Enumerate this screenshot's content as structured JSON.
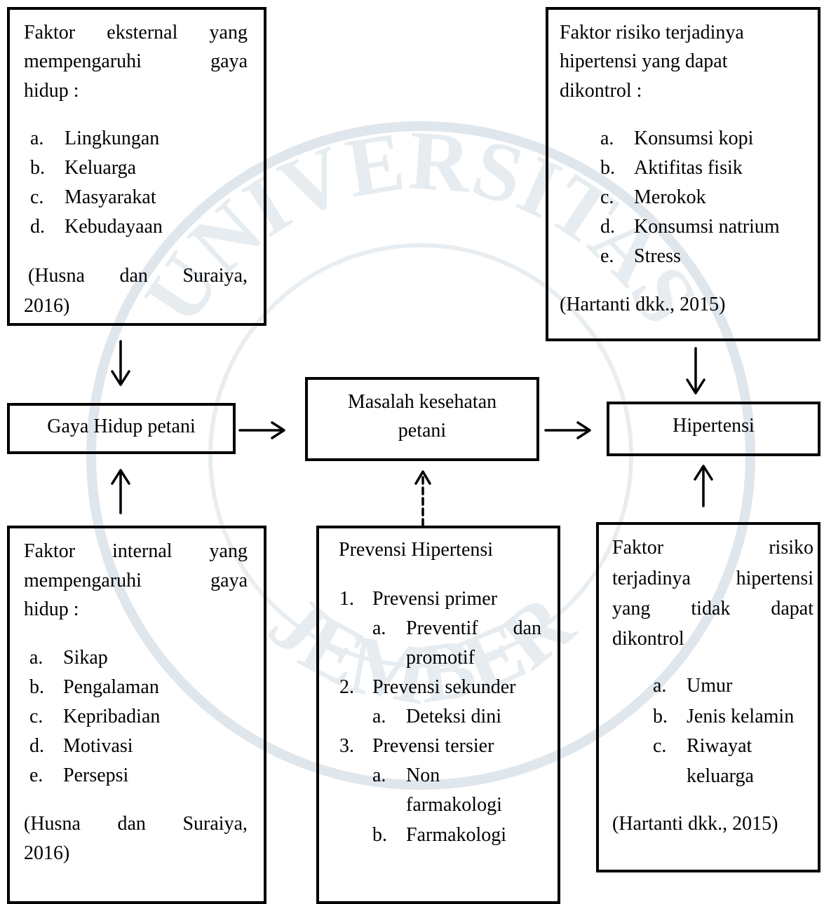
{
  "box_ext": {
    "l1": [
      "Faktor",
      "eksternal",
      "yang"
    ],
    "l2": [
      "mempengaruhi",
      "gaya"
    ],
    "l3": "hidup :",
    "items": [
      {
        "m": "a.",
        "t": "Lingkungan"
      },
      {
        "m": "b.",
        "t": "Keluarga"
      },
      {
        "m": "c.",
        "t": "Masyarakat"
      },
      {
        "m": "d.",
        "t": "Kebudayaan"
      }
    ],
    "ref1": [
      "(Husna",
      "dan",
      "Suraiya,"
    ],
    "ref2": "2016)"
  },
  "box_ctrl": {
    "l1": "Faktor risiko terjadinya",
    "l2": "hipertensi yang dapat",
    "l3": "dikontrol :",
    "items": [
      {
        "m": "a.",
        "t": "Konsumsi kopi"
      },
      {
        "m": "b.",
        "t": "Aktifitas fisik"
      },
      {
        "m": "c.",
        "t": "Merokok"
      },
      {
        "m": "d.",
        "t": "Konsumsi natrium"
      },
      {
        "m": "e.",
        "t": "Stress"
      }
    ],
    "ref": "(Hartanti dkk., 2015)"
  },
  "box_gaya": {
    "label": "Gaya Hidup petani"
  },
  "box_masalah": {
    "l1": "Masalah kesehatan",
    "l2": "petani"
  },
  "box_hip": {
    "label": "Hipertensi"
  },
  "box_int": {
    "l1": [
      "Faktor",
      "internal",
      "yang"
    ],
    "l2": [
      "mempengaruhi",
      "gaya"
    ],
    "l3": "hidup :",
    "items": [
      {
        "m": "a.",
        "t": "Sikap"
      },
      {
        "m": "b.",
        "t": "Pengalaman"
      },
      {
        "m": "c.",
        "t": "Kepribadian"
      },
      {
        "m": "d.",
        "t": "Motivasi"
      },
      {
        "m": "e.",
        "t": "Persepsi"
      }
    ],
    "ref1": [
      "(Husna",
      "dan",
      "Suraiya,"
    ],
    "ref2": "2016)"
  },
  "box_prev": {
    "title": "Prevensi Hipertensi",
    "p1": {
      "m": "1.",
      "t": "Prevensi primer"
    },
    "p1a": {
      "m": "a.",
      "w": [
        "Preventif",
        "dan"
      ],
      "t2": "promotif"
    },
    "p2": {
      "m": "2.",
      "t": "Prevensi sekunder"
    },
    "p2a": {
      "m": "a.",
      "t": "Deteksi dini"
    },
    "p3": {
      "m": "3.",
      "t": "Prevensi tersier"
    },
    "p3a": {
      "m": "a.",
      "t": "Non",
      "t2": "farmakologi"
    },
    "p3b": {
      "m": "b.",
      "t": "Farmakologi"
    }
  },
  "box_nonctrl": {
    "l1": [
      "Faktor",
      "risiko"
    ],
    "l2": [
      "terjadinya",
      "hipertensi"
    ],
    "l3": [
      "yang",
      "tidak",
      "dapat"
    ],
    "l4": "dikontrol",
    "items": [
      {
        "m": "a.",
        "t": "Umur"
      },
      {
        "m": "b.",
        "t": "Jenis kelamin"
      },
      {
        "m": "c.",
        "t": "Riwayat",
        "t2": "keluarga"
      }
    ],
    "ref": "(Hartanti dkk., 2015)"
  },
  "watermark_text": "UNIVERSITAS JEMBER"
}
